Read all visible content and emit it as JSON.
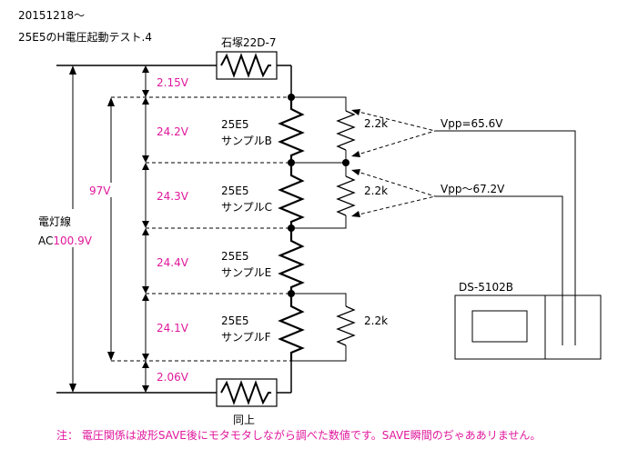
{
  "header": {
    "date_line": "20151218～",
    "title": "25E5のH電圧起動テスト.4"
  },
  "components": {
    "thermistor_top": "石塚22D-7",
    "thermistor_bottom": "同上",
    "tube_type": "25E5",
    "sample_b": "サンプルB",
    "sample_c": "サンプルC",
    "sample_e": "サンプルE",
    "sample_f": "サンプルF",
    "pot_value": "2.2k"
  },
  "voltages": {
    "top": "2.15V",
    "b": "24.2V",
    "c": "24.3V",
    "e": "24.4V",
    "f": "24.1V",
    "bottom": "2.06V",
    "total": "97V"
  },
  "mains": {
    "label": "電灯線",
    "prefix": "AC",
    "value": "100.9V"
  },
  "probes": {
    "vpp1": "Vpp=65.6V",
    "vpp2": "Vpp～67.2V"
  },
  "scope": {
    "model": "DS-5102B"
  },
  "note": "注： 電圧関係は波形SAVE後にモタモタしながら調べた数値です。SAVE瞬間のぢゃああリません。",
  "colors": {
    "annotation": "#e0189c",
    "line": "#000000"
  }
}
